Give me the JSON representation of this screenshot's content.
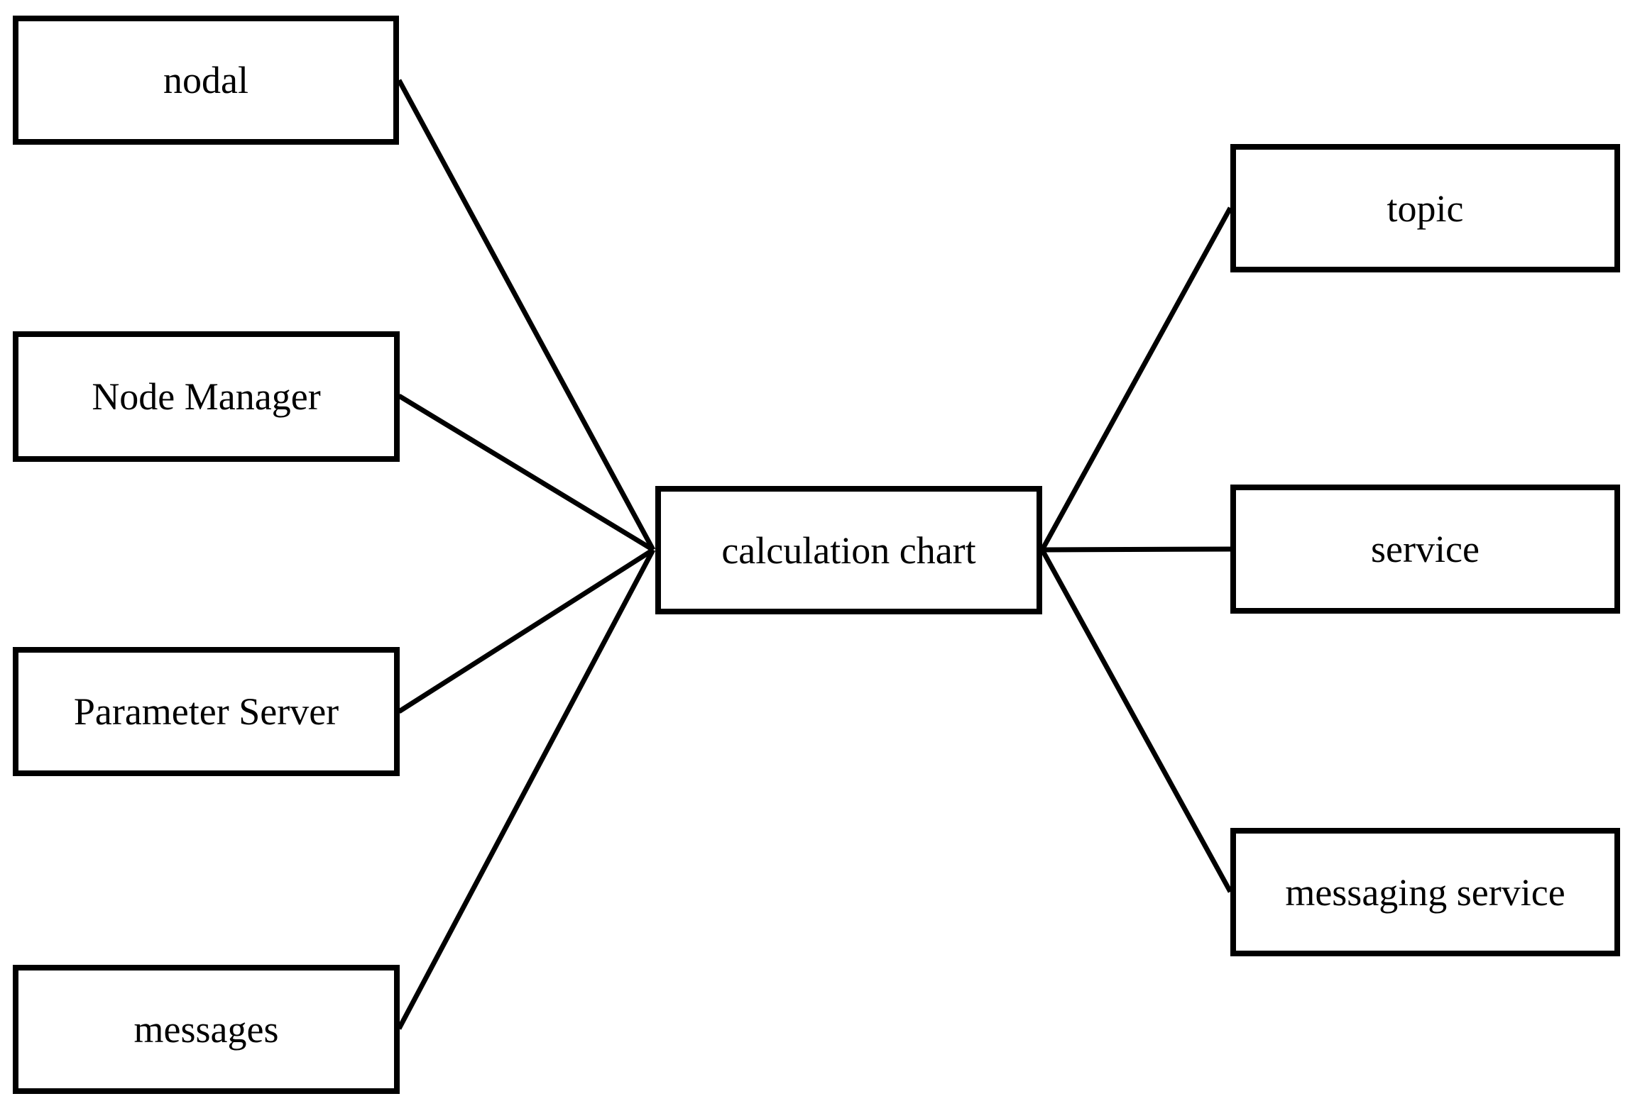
{
  "diagram": {
    "background_color": "#ffffff",
    "line_color": "#000000",
    "text_color": "#000000",
    "center_node": {
      "label": "calculation chart"
    },
    "left_nodes": [
      {
        "label": "nodal"
      },
      {
        "label": "Node Manager"
      },
      {
        "label": "Parameter Server"
      },
      {
        "label": "messages"
      }
    ],
    "right_nodes": [
      {
        "label": "topic"
      },
      {
        "label": "service"
      },
      {
        "label": "messaging service"
      }
    ],
    "edges": [
      {
        "from": "nodal",
        "to": "calculation chart"
      },
      {
        "from": "Node Manager",
        "to": "calculation chart"
      },
      {
        "from": "Parameter Server",
        "to": "calculation chart"
      },
      {
        "from": "messages",
        "to": "calculation chart"
      },
      {
        "from": "calculation chart",
        "to": "topic"
      },
      {
        "from": "calculation chart",
        "to": "service"
      },
      {
        "from": "calculation chart",
        "to": "messaging service"
      }
    ]
  }
}
